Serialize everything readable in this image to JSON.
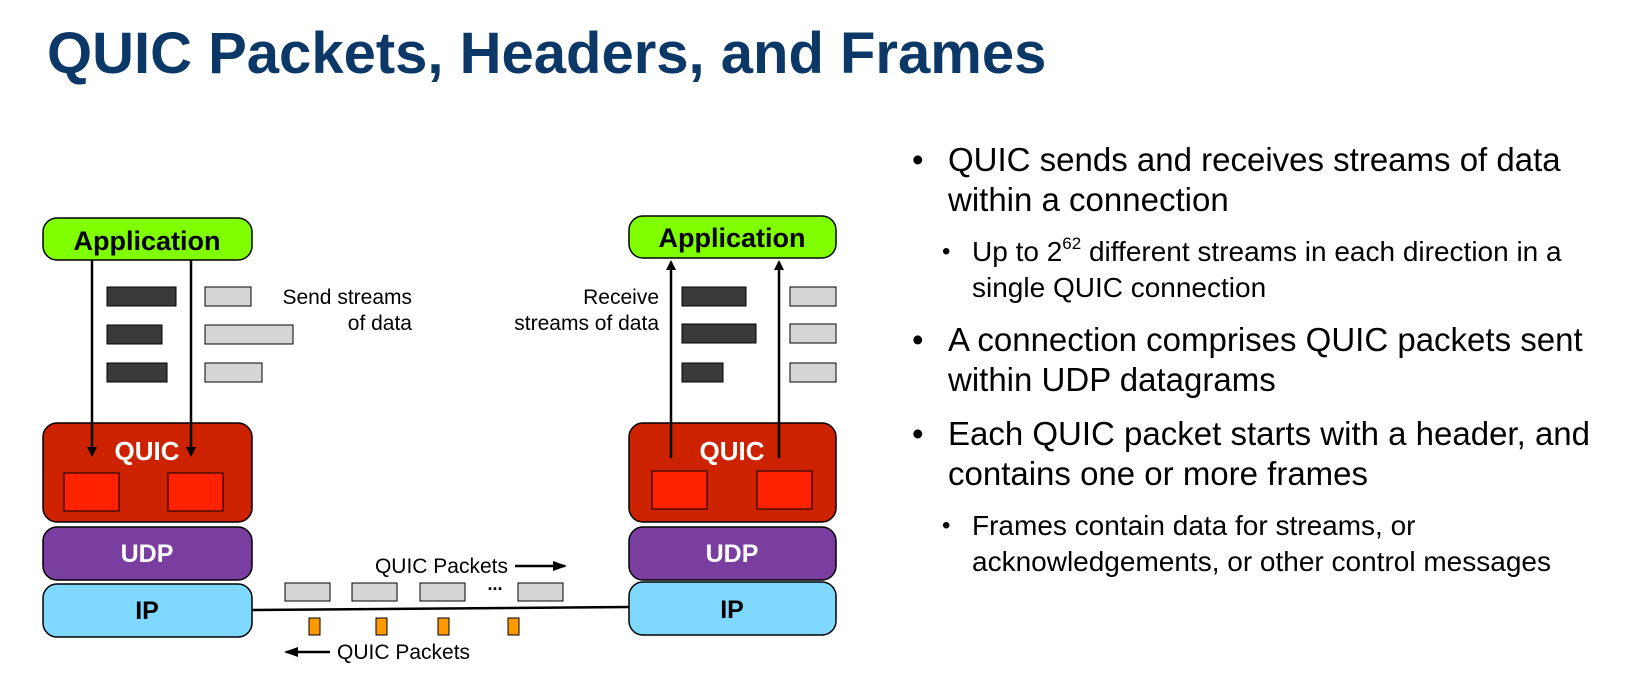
{
  "slide": {
    "title": "QUIC Packets, Headers, and Frames"
  },
  "diagram": {
    "sender": {
      "app_label": "Application",
      "quic_label": "QUIC",
      "udp_label": "UDP",
      "ip_label": "IP",
      "streams_caption_line1": "Send streams",
      "streams_caption_line2": "of data"
    },
    "receiver": {
      "app_label": "Application",
      "quic_label": "QUIC",
      "udp_label": "UDP",
      "ip_label": "IP",
      "streams_caption_line1": "Receive",
      "streams_caption_line2": "streams of data"
    },
    "forward_packets_label": "QUIC Packets",
    "reverse_packets_label": "QUIC Packets",
    "ellipsis": "...",
    "colors": {
      "application": "#7fff00",
      "quic": "#cc2200",
      "quic_frame": "#ff2200",
      "udp": "#7a3ea0",
      "ip": "#7fd8ff",
      "stream_dark": "#3a3a3a",
      "stream_light": "#d6d6d6",
      "ack": "#ff9900"
    }
  },
  "bullets": {
    "b1": "QUIC sends and receives streams of data within a connection",
    "b1_sub_prefix": "Up to 2",
    "b1_sub_exp": "62",
    "b1_sub_suffix": " different streams in each direction in a single QUIC connection",
    "b2": "A connection comprises QUIC packets sent within UDP datagrams",
    "b3": "Each QUIC packet starts with a header, and contains one or more frames",
    "b3_sub": "Frames contain data for streams, or acknowledgements, or other control messages"
  }
}
